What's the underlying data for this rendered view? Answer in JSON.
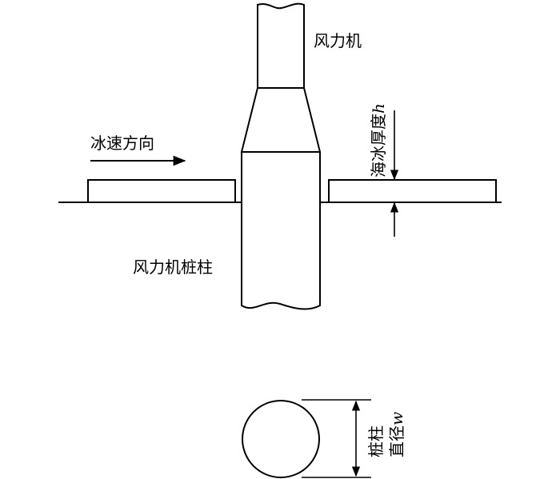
{
  "labels": {
    "turbine": "风力机",
    "ice_direction": "冰速方向",
    "ice_thickness_text": "海冰厚度",
    "ice_thickness_symbol": "h",
    "pile": "风力机桩柱",
    "pile_diameter_line1": "桩柱",
    "pile_diameter_line2_text": "直径",
    "pile_diameter_symbol": "w"
  },
  "colors": {
    "stroke": "#000000",
    "background": "#ffffff"
  }
}
